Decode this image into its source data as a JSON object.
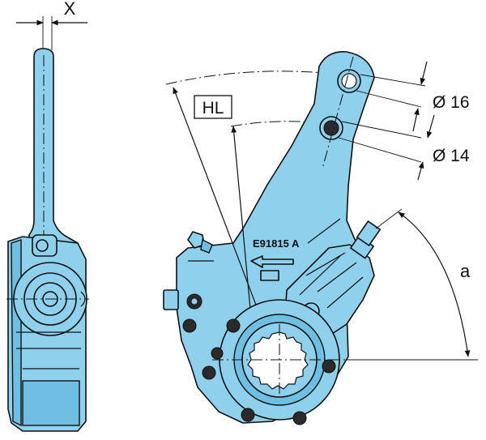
{
  "labels": {
    "x_dimension": "X",
    "hole_diameter_upper": "Ø 16",
    "hole_diameter_lower": "Ø 14",
    "hl_box": "HL",
    "angle": "a",
    "part_marking": "E91815 A"
  },
  "colors": {
    "part_fill": "#8fd0ec",
    "outline": "#111111",
    "background": "#ffffff"
  }
}
